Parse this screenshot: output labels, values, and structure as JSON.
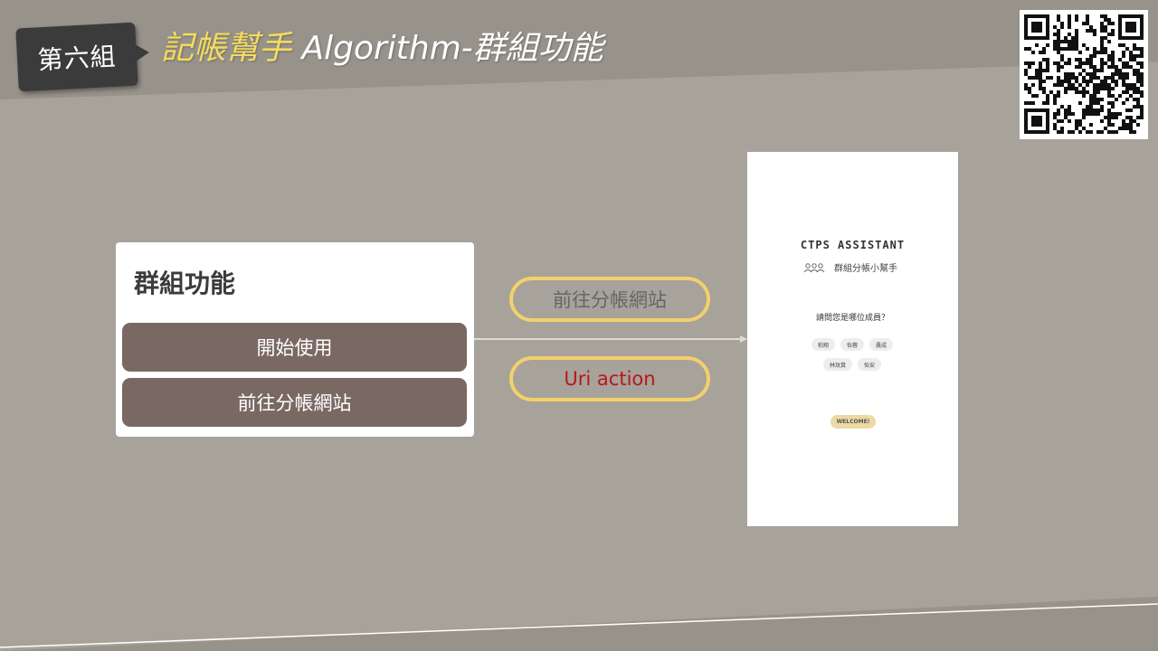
{
  "slide": {
    "group_label": "第六組",
    "title_highlight": "記帳幫手",
    "title_rest": " Algorithm-群組功能"
  },
  "menu_card": {
    "title": "群組功能",
    "buttons": [
      "開始使用",
      "前往分帳網站"
    ]
  },
  "labels": {
    "label_text": "前往分帳網站",
    "action_type": "Uri action"
  },
  "phone": {
    "brand": "CTPS ASSISTANT",
    "subtitle": "群組分帳小幫手",
    "question": "請問您是哪位成員？",
    "members": [
      "柏翔",
      "怡蓉",
      "晨成",
      "林玟萁",
      "怡安"
    ],
    "welcome": "WELCOME!"
  },
  "colors": {
    "background": "#a7a29a",
    "button": "#7a6963",
    "pill_border": "#f2d06b",
    "action_text": "#b81818",
    "title_highlight": "#f5dc5c"
  }
}
